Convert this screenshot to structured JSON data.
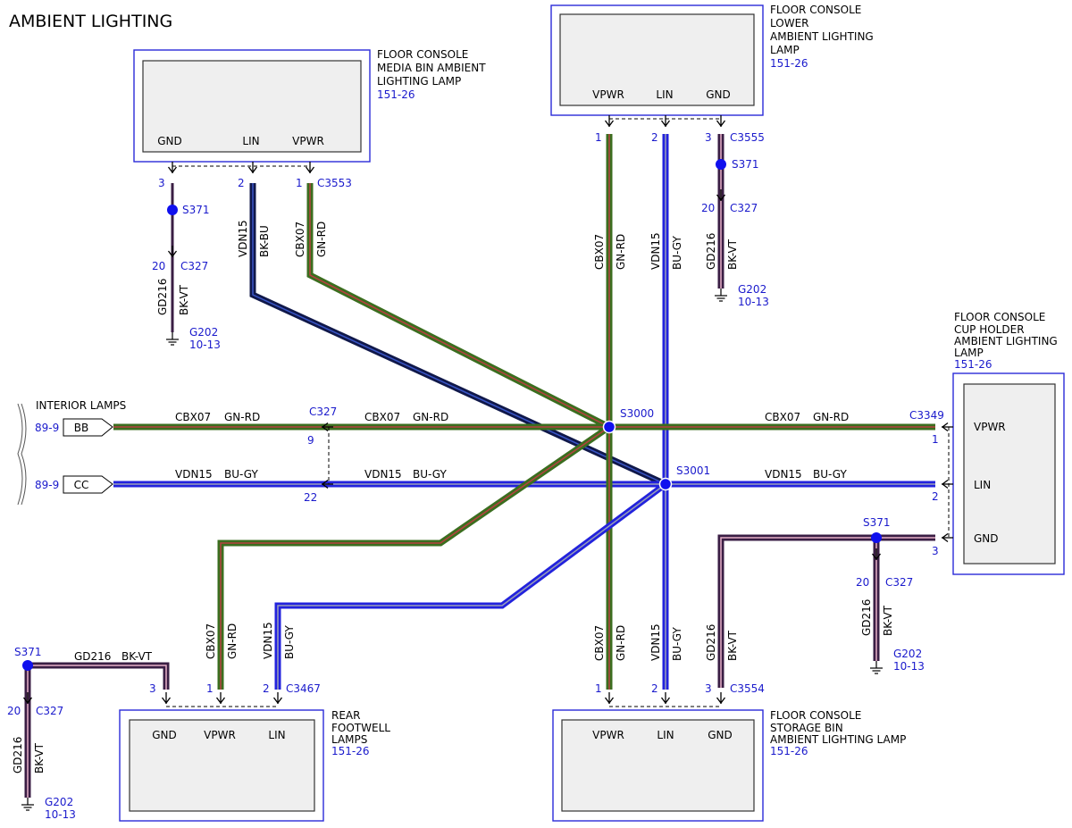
{
  "title": "AMBIENT LIGHTING",
  "components": {
    "media_bin": {
      "name_lines": [
        "FLOOR CONSOLE",
        "MEDIA BIN AMBIENT",
        "LIGHTING LAMP"
      ],
      "ref": "151-26",
      "pins": [
        "GND",
        "LIN",
        "VPWR"
      ],
      "pin_numbers": [
        "3",
        "2",
        "1"
      ],
      "connector": "C3553"
    },
    "lower": {
      "name_lines": [
        "FLOOR CONSOLE",
        "LOWER",
        "AMBIENT LIGHTING",
        "LAMP"
      ],
      "ref": "151-26",
      "pins": [
        "VPWR",
        "LIN",
        "GND"
      ],
      "pin_numbers": [
        "1",
        "2",
        "3"
      ],
      "connector": "C3555"
    },
    "cup_holder": {
      "name_lines": [
        "FLOOR CONSOLE",
        "CUP HOLDER",
        "AMBIENT LIGHTING",
        "LAMP"
      ],
      "ref": "151-26",
      "pins": [
        "VPWR",
        "LIN",
        "GND"
      ],
      "pin_numbers": [
        "1",
        "2",
        "3"
      ],
      "connector": "C3349"
    },
    "rear_footwell": {
      "name_lines": [
        "REAR",
        "FOOTWELL",
        "LAMPS"
      ],
      "ref": "151-26",
      "pins": [
        "GND",
        "VPWR",
        "LIN"
      ],
      "pin_numbers": [
        "3",
        "1",
        "2"
      ],
      "connector": "C3467"
    },
    "storage_bin": {
      "name_lines": [
        "FLOOR CONSOLE",
        "STORAGE BIN",
        "AMBIENT LIGHTING LAMP"
      ],
      "ref": "151-26",
      "pins": [
        "VPWR",
        "LIN",
        "GND"
      ],
      "pin_numbers": [
        "1",
        "2",
        "3"
      ],
      "connector": "C3554"
    }
  },
  "interior_lamps": {
    "label": "INTERIOR LAMPS",
    "ref": "89-9",
    "bb": "BB",
    "cc": "CC"
  },
  "splices": {
    "s3000": "S3000",
    "s3001": "S3001",
    "s371": "S371"
  },
  "inline": {
    "connector": "C327",
    "pin_bb": "9",
    "pin_cc": "22",
    "pin_gnd": "20"
  },
  "ground": {
    "name": "G202",
    "ref": "10-13"
  },
  "circuits": {
    "cbx07": "CBX07",
    "gn_rd": "GN-RD",
    "vdn15": "VDN15",
    "bu_gy": "BU-GY",
    "bk_bu": "BK-BU",
    "gd216": "GD216",
    "bk_vt": "BK-VT"
  },
  "wire_colors": {
    "green": "#3b6e1f",
    "blue": "#2222dd",
    "dark": "#10184a",
    "ground": "#3a1e44",
    "splice_dot": "#1010ee"
  }
}
